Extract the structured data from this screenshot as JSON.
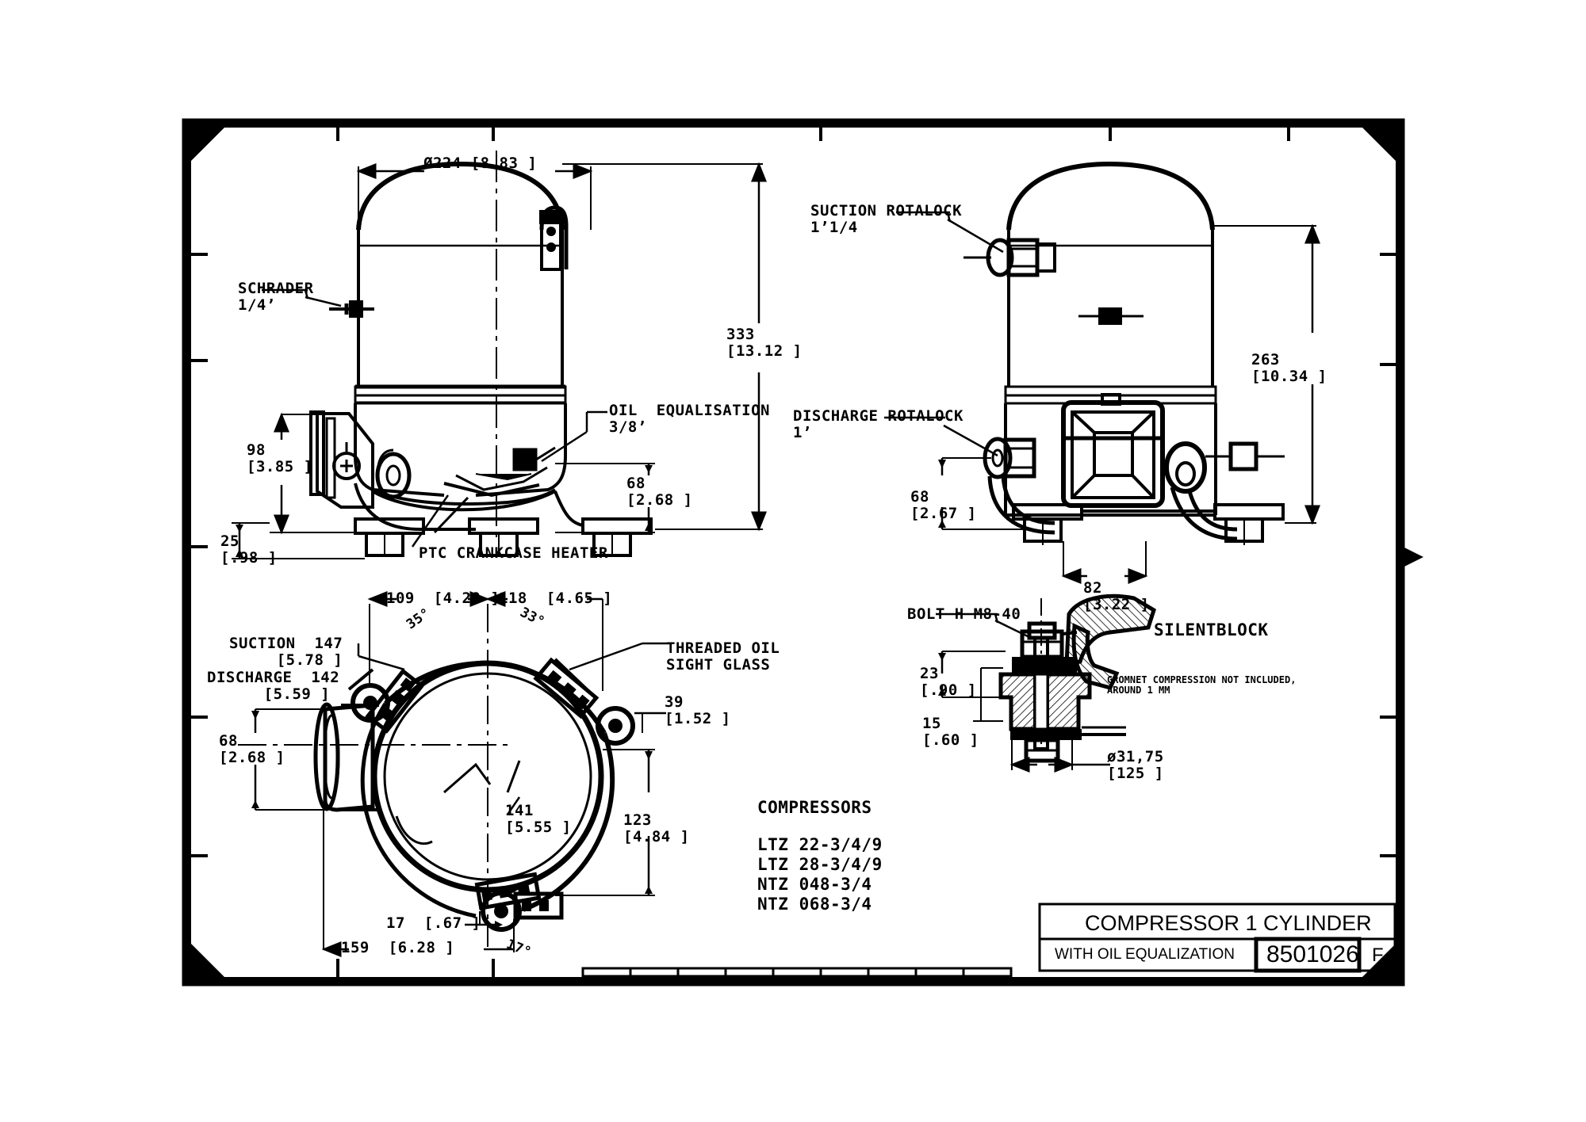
{
  "drawing": {
    "title_block": {
      "title": "COMPRESSOR 1 CYLINDER",
      "subtitle": "WITH OIL EQUALIZATION",
      "drawing_number": "8501026",
      "revision": "F"
    },
    "compressors_list": {
      "heading": "COMPRESSORS",
      "models": [
        "LTZ 22-3/4/9",
        "LTZ 28-3/4/9",
        "NTZ 048-3/4",
        "NTZ 068-3/4"
      ]
    },
    "view_front": {
      "name": "front-elevation-view",
      "dim_diameter_top": "Ø224 [8.83 ]",
      "dim_overall_height": "333\n[13.12 ]",
      "dim_foot_height": "98\n[3.85 ]",
      "dim_base_thickness": "25\n[.98 ]",
      "dim_oil_port_height": "68\n[2.68 ]",
      "label_schrader": "SCHRADER\n1/4’",
      "label_oil_equalisation": "OIL  EQUALISATION\n3/8’",
      "label_ptc_heater": "PTC CRANKCASE HEATER"
    },
    "view_side": {
      "name": "side-elevation-view",
      "label_suction_rotalock": "SUCTION ROTALOCK\n1’1/4",
      "label_discharge_rotalock": "DISCHARGE ROTALOCK\n1’",
      "dim_body_height": "263\n[10.34 ]",
      "dim_foot_height": "68\n[2.67 ]",
      "dim_foot_width": "82\n[3.22 ]"
    },
    "view_top": {
      "name": "top-plan-view",
      "dim_109": "109  [4.29 ]",
      "dim_118": "118  [4.65 ]",
      "ang_35": "35°",
      "ang_33": "33°",
      "ang_17": "17°",
      "label_suction": "SUCTION  147\n     [5.78 ]",
      "label_discharge": "DISCHARGE  142\n      [5.59 ]",
      "label_threaded_oil_sight_glass": "THREADED OIL\nSIGHT GLASS",
      "dim_68": "68\n[2.68 ]",
      "dim_39": "39\n[1.52 ]",
      "dim_123": "123\n[4.84 ]",
      "dim_141": "141\n[5.55 ]",
      "dim_17": "17  [.67 ]",
      "dim_159": "159  [6.28 ]"
    },
    "detail_silentblock": {
      "name": "silentblock-detail",
      "title": "SILENTBLOCK",
      "label_bolt": "BOLT H M8-40",
      "dim_23": "23\n[.90 ]",
      "dim_15": "15\n[.60 ]",
      "dim_diameter": "ø31,75\n[125 ]",
      "note": "GROMNET COMPRESSION NOT INCLUDED,\nAROUND 1 MM"
    }
  }
}
